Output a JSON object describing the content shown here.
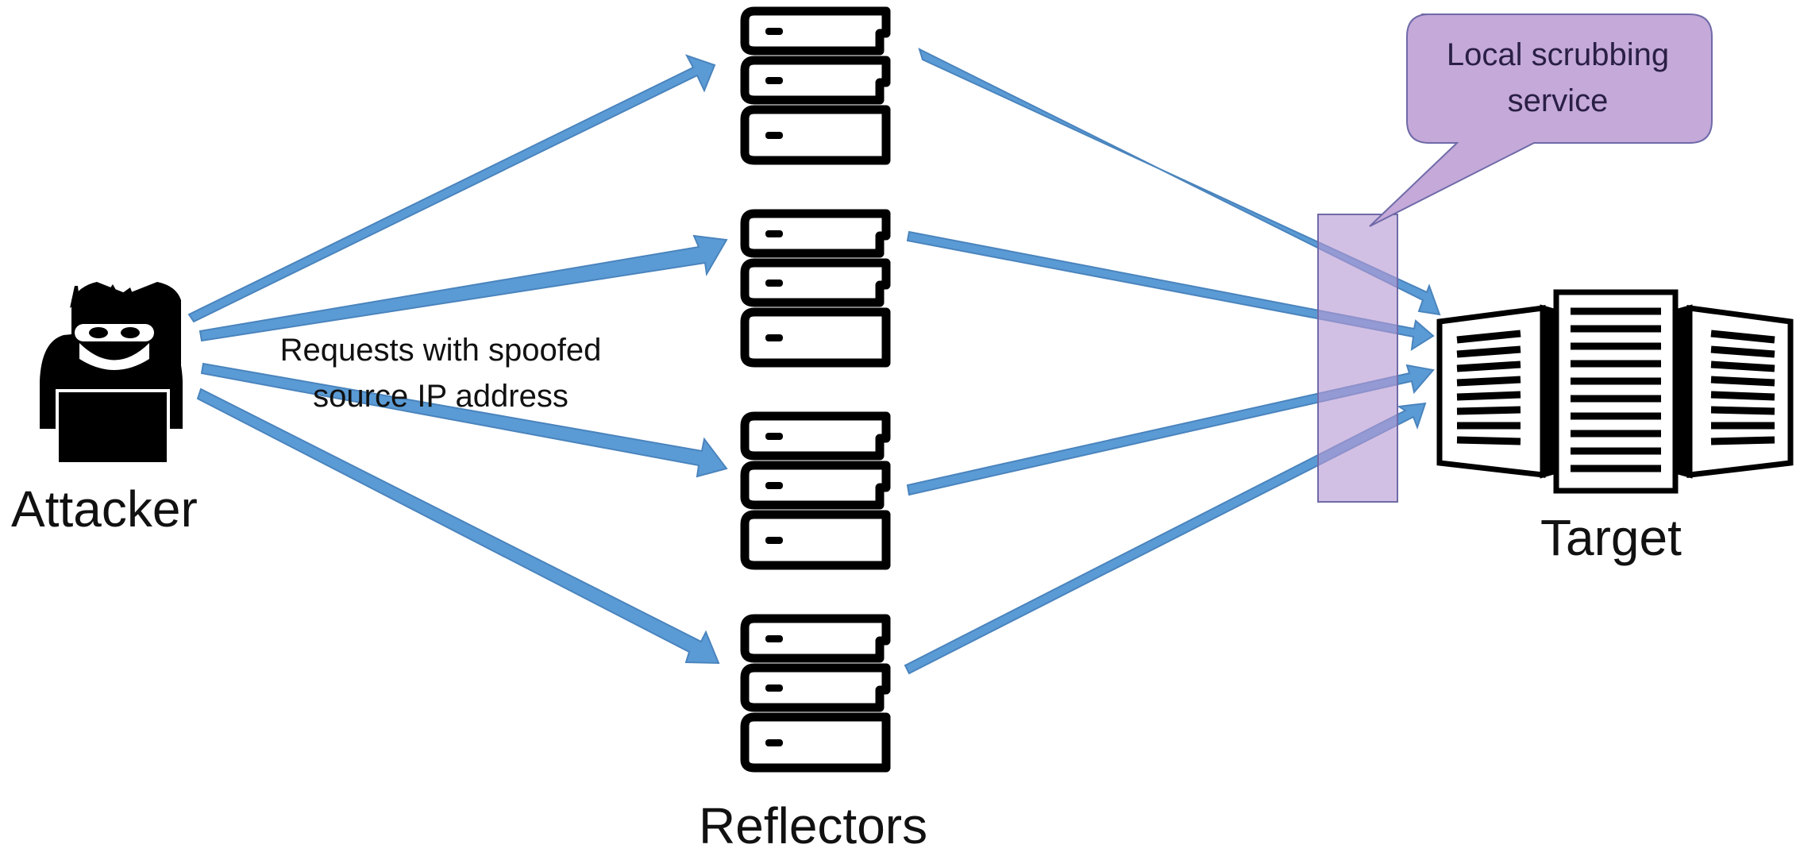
{
  "labels": {
    "attacker": "Attacker",
    "reflectors": "Reflectors",
    "target": "Target",
    "request_note_line1": "Requests with spoofed",
    "request_note_line2": "source IP address",
    "scrubbing_line1": "Local scrubbing",
    "scrubbing_line2": "service"
  },
  "icons": {
    "attacker": "hacker-with-laptop-icon",
    "reflector": "server-stack-icon",
    "target": "server-rack-icon"
  },
  "colors": {
    "arrow": "#5b9bd5",
    "arrow_stroke": "#4a84bd",
    "scrubbing_fill": "#c4a9d9",
    "scrubbing_stroke": "#6f6aa8",
    "icon": "#000000"
  }
}
